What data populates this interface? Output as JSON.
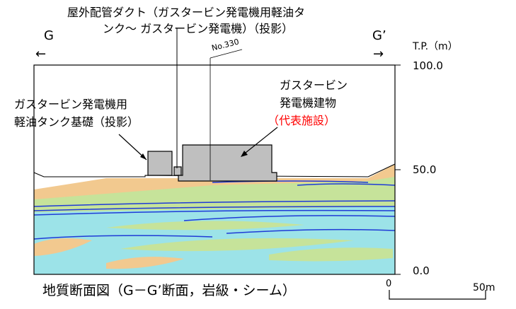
{
  "title_top_line1": "屋外配管ダクト（ガスタービン発電機用軽油タ",
  "title_top_line2": "ンク～ ガスタービン発電機）（投影）",
  "section_left_label": "G",
  "section_right_label": "G’",
  "left_arrow": "←",
  "right_arrow": "→",
  "elevation_unit": "T.P.（m）",
  "elevation_ticks": [
    "100.0",
    "50.0",
    "0.0"
  ],
  "marker_label": "No.330",
  "annotation_tank_line1": "ガスタービン発電機用",
  "annotation_tank_line2": "軽油タンク基礎（投影）",
  "annotation_building_line1": "ガスタービン",
  "annotation_building_line2": "発電機建物",
  "annotation_building_line3": "（代表施設）",
  "caption": "地質断面図（G－G’断面，岩級・シーム）",
  "scale_start": "0",
  "scale_end": "50m",
  "colors": {
    "highlight_text": "#ff0000",
    "structure_fill": "#bfbfbf",
    "soil_tan": "#f2c98f",
    "rock_green": "#c6e39a",
    "rock_cyan": "#9ce3e8",
    "seam_blue": "#1f3bd6"
  }
}
